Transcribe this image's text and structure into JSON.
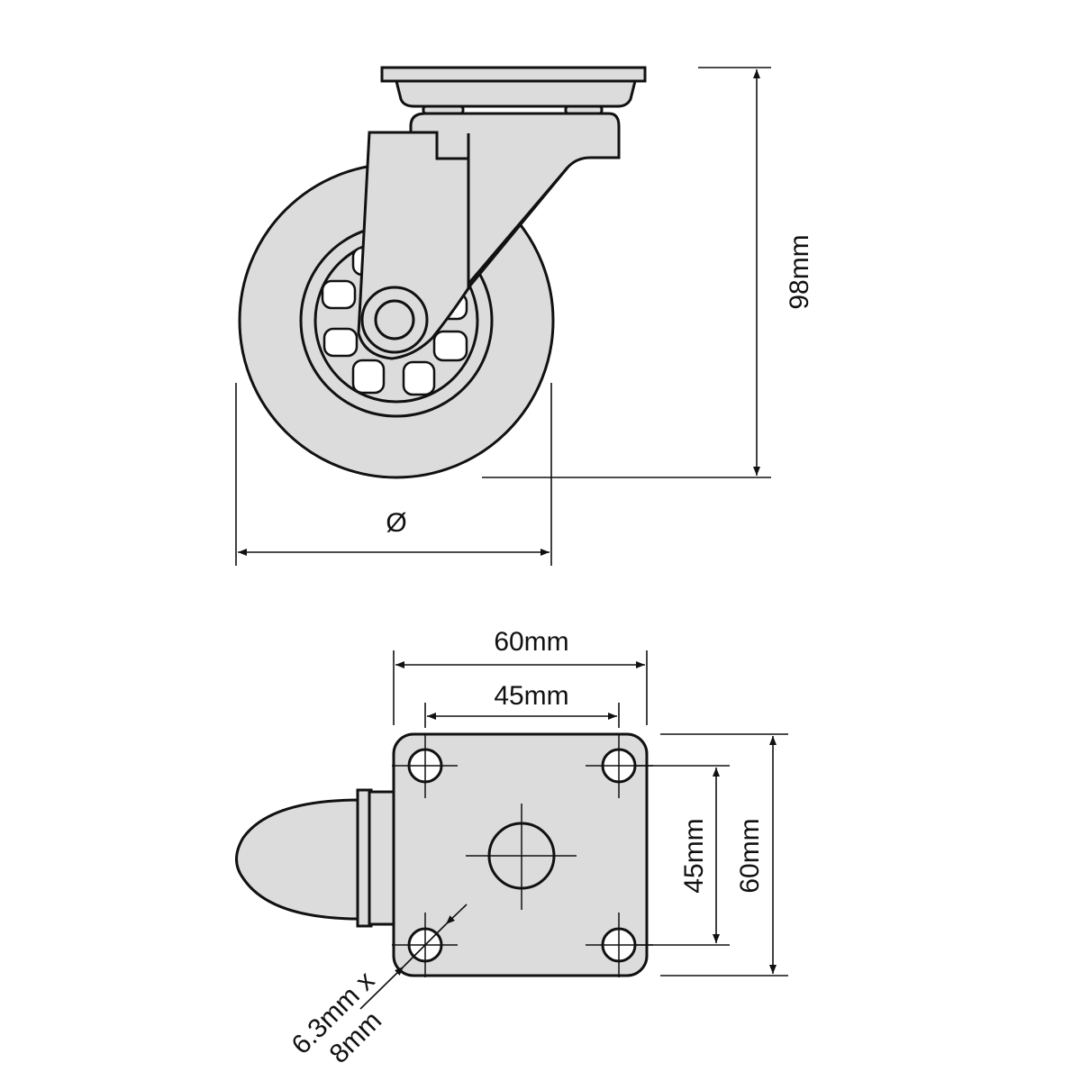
{
  "side_view": {
    "height_label": "98mm",
    "diameter_label": "Ø"
  },
  "top_view": {
    "plate_width_label": "60mm",
    "hole_spacing_width_label": "45mm",
    "hole_spacing_height_label": "45mm",
    "plate_height_label": "60mm",
    "hole_size_label_line1": "6.3mm x",
    "hole_size_label_line2": "8mm"
  },
  "colors": {
    "fill": "#dcdcdc",
    "line": "#111111"
  }
}
